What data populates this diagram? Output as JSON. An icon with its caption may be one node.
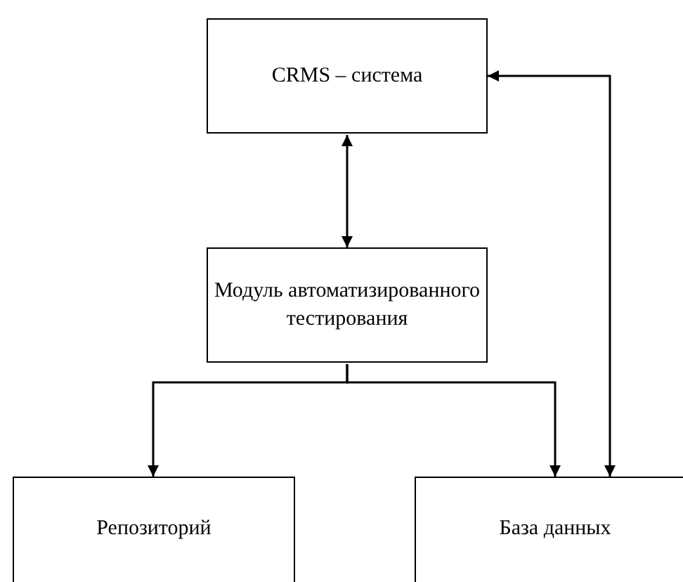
{
  "diagram": {
    "nodes": [
      {
        "text": [
          "CRMS – система"
        ]
      },
      {
        "text": [
          "Модуль автоматизированного тестирования"
        ]
      },
      {
        "text": [
          "Репозиторий"
        ]
      },
      {
        "text": [
          "База данных"
        ]
      }
    ],
    "edges": [
      {
        "from": 0,
        "to": 1,
        "arrow": "both"
      },
      {
        "from": 1,
        "to": 2,
        "arrow": "to"
      },
      {
        "from": 1,
        "to": 3,
        "arrow": "to"
      },
      {
        "from": 3,
        "to": 0,
        "arrow": "both"
      }
    ]
  }
}
